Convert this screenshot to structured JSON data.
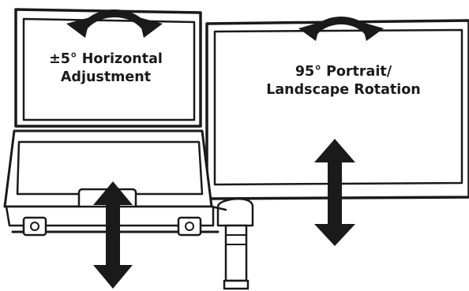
{
  "labels": {
    "horizontal_adjustment": {
      "line1": "±5° Horizontal",
      "line2": "Adjustment"
    },
    "rotation": {
      "line1": "95° Portrait/",
      "line2": "Landscape Rotation"
    }
  },
  "colors": {
    "ink": "#1a1a1a",
    "background": "#ffffff",
    "screen_fill": "#ffffff"
  },
  "icons": {
    "left_rotate_arrow": "curved-double-arrow-icon",
    "right_rotate_arrow": "curved-double-arrow-icon",
    "left_height_arrow": "vertical-double-arrow-icon",
    "right_height_arrow": "vertical-double-arrow-icon"
  }
}
